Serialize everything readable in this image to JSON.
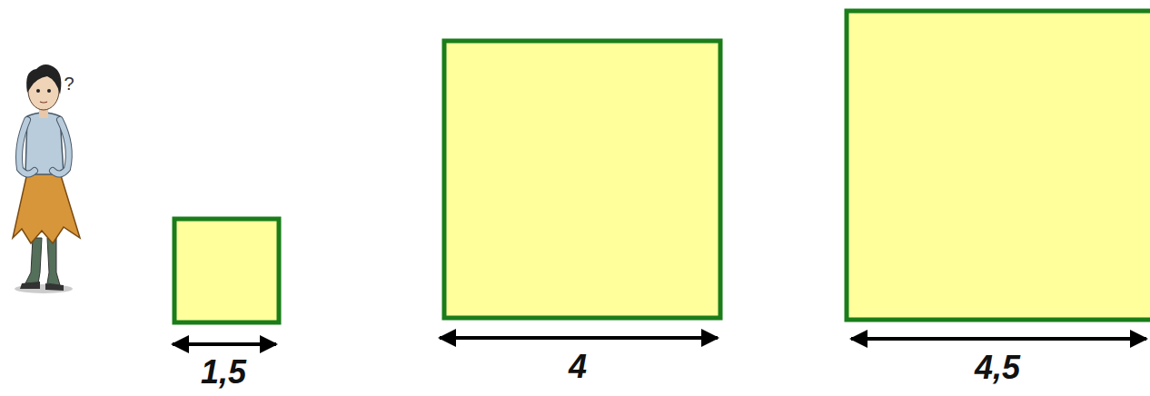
{
  "diagram": {
    "labels": [
      "?",
      "1,5",
      "4",
      "4,5"
    ]
  }
}
